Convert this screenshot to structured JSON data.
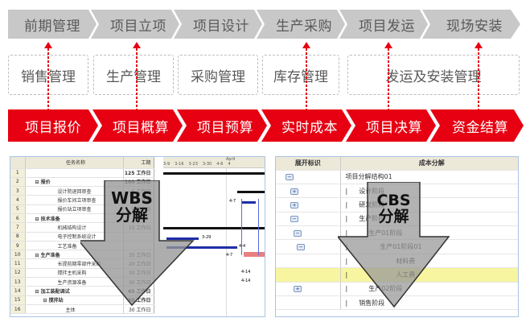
{
  "top_row": {
    "color": "#c8c8c8",
    "stages": [
      "前期管理",
      "项目立项",
      "项目设计",
      "生产采购",
      "项目发运",
      "现场安装"
    ]
  },
  "middle_row": {
    "modules": [
      "销售管理",
      "生产管理",
      "采购管理",
      "库存管理",
      "发运及安装管理"
    ]
  },
  "bottom_row": {
    "color": "#e60012",
    "stages": [
      "项目报价",
      "项目概算",
      "项目预算",
      "实时成本",
      "项目决算",
      "资金结算"
    ]
  },
  "wbs_panel": {
    "arrow_label_line1": "WBS",
    "arrow_label_line2": "分解",
    "headers": {
      "task_name": "任务名称",
      "duration": "工期",
      "month": "April",
      "weeks": [
        "3-9",
        "3-16",
        "3-23",
        "3-30",
        "4-6",
        "4"
      ]
    },
    "rows": [
      {
        "num": "1",
        "name": "",
        "duration": "125 工作日",
        "bold": true
      },
      {
        "num": "2",
        "name": "⊟ 报价",
        "duration": "100 工作日",
        "bold": true
      },
      {
        "num": "3",
        "name": "设计院退回审查",
        "duration": "5 工作日",
        "bold": false
      },
      {
        "num": "4",
        "name": "报价车间立项审查",
        "duration": "5 工作日",
        "bold": false
      },
      {
        "num": "5",
        "name": "报价站立项审查",
        "duration": "5 工作日",
        "bold": false
      },
      {
        "num": "6",
        "name": "⊟ 技术准备",
        "duration": "",
        "bold": true
      },
      {
        "num": "7",
        "name": "机械结构设计",
        "duration": "15 工作日",
        "bold": false
      },
      {
        "num": "8",
        "name": "电子控制系统设计",
        "duration": "",
        "bold": false
      },
      {
        "num": "9",
        "name": "工艺准备",
        "duration": "",
        "bold": false
      },
      {
        "num": "10",
        "name": "⊟ 生产准备",
        "duration": "35 工作日",
        "bold": true
      },
      {
        "num": "11",
        "name": "长提前期零部件采购",
        "duration": "20 工作日",
        "bold": false
      },
      {
        "num": "12",
        "name": "搅拌主机采购",
        "duration": "30 工作日",
        "bold": false
      },
      {
        "num": "13",
        "name": "生产资源准备",
        "duration": "30 工作日",
        "bold": false
      },
      {
        "num": "14",
        "name": "⊟ 加工装配调试",
        "duration": "45 工作日",
        "bold": true
      },
      {
        "num": "15",
        "name": "⊟ 搅拌站",
        "duration": "30 工作日",
        "bold": true
      },
      {
        "num": "16",
        "name": "主体",
        "duration": "30 工作日",
        "bold": false
      }
    ],
    "gantt_labels": [
      "4-7",
      "3-29",
      "4-4",
      "4-7",
      "4-14",
      "4-14"
    ]
  },
  "cbs_panel": {
    "arrow_label_line1": "CBS",
    "arrow_label_line2": "分解",
    "headers": {
      "expand": "展开标识",
      "cost": "成本分解"
    },
    "rows": [
      {
        "toggle": "−",
        "indent": 0,
        "label": "项目分解结构01"
      },
      {
        "toggle": "+",
        "indent": 1,
        "label": "设计阶段"
      },
      {
        "toggle": "+",
        "indent": 1,
        "label": "研发阶段"
      },
      {
        "toggle": "−",
        "indent": 1,
        "label": "生产阶段"
      },
      {
        "toggle": "−",
        "indent": 2,
        "label": "生产01阶段"
      },
      {
        "toggle": "−",
        "indent": 2,
        "label": "生产01阶段01"
      },
      {
        "toggle": "",
        "indent": 3,
        "label": "材料费"
      },
      {
        "toggle": "",
        "indent": 3,
        "label": "人工费",
        "highlight": true
      },
      {
        "toggle": "+",
        "indent": 2,
        "label": "生产02阶段"
      },
      {
        "toggle": "",
        "indent": 1,
        "label": "销售阶段"
      }
    ]
  }
}
